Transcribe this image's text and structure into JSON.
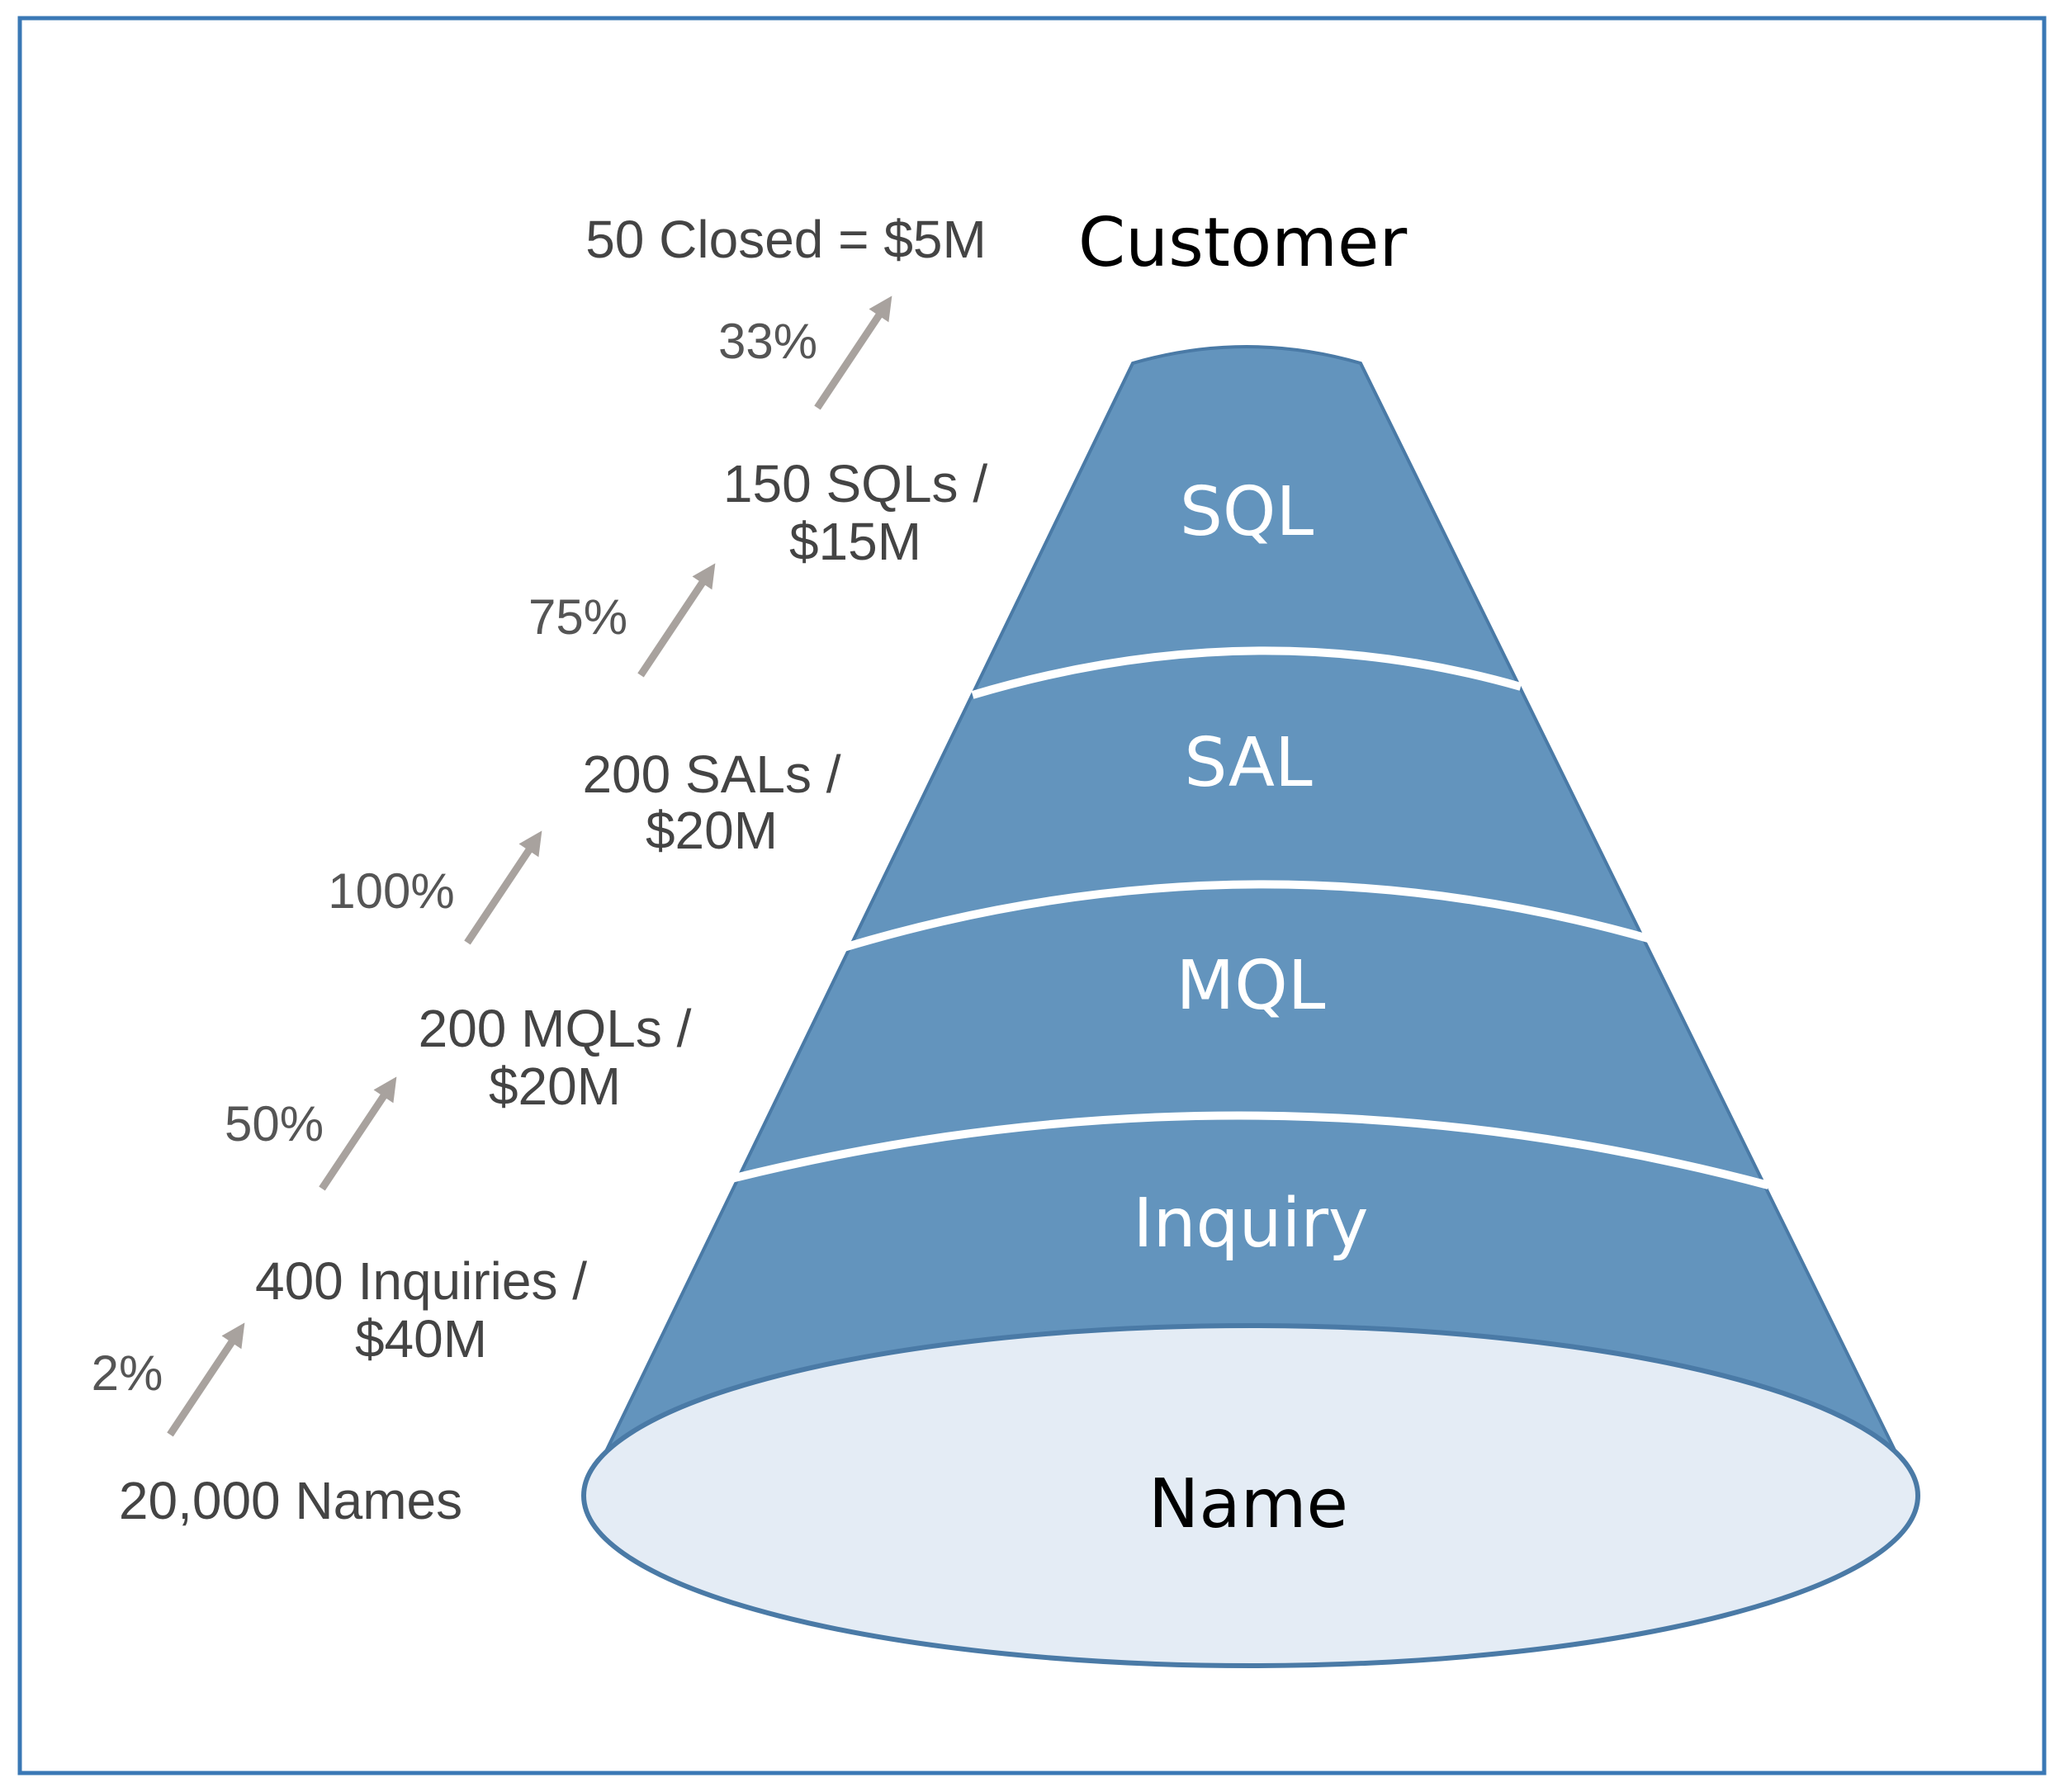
{
  "colors": {
    "funnel_fill": "#6394bd",
    "funnel_edge": "#4a7aa6",
    "base_fill": "#e4ecf5",
    "divider": "#ffffff",
    "arrow": "#a8a29e",
    "frame": "#3a78b5",
    "stage_text_light": "#ffffff",
    "stage_text_dark": "#000000"
  },
  "stages": {
    "customer": "Customer",
    "sql": "SQL",
    "sal": "SAL",
    "mql": "MQL",
    "inquiry": "Inquiry",
    "name": "Name"
  },
  "metrics": {
    "closed": "50 Closed = $5M",
    "sql_line1": "150 SQLs /",
    "sql_line2": "$15M",
    "sal_line1": "200 SALs /",
    "sal_line2": "$20M",
    "mql_line1": "200 MQLs /",
    "mql_line2": "$20M",
    "inquiry_line1": "400 Inquiries /",
    "inquiry_line2": "$40M",
    "names": "20,000 Names"
  },
  "conversion_rates": {
    "name_to_inquiry": "2%",
    "inquiry_to_mql": "50%",
    "mql_to_sal": "100%",
    "sal_to_sql": "75%",
    "sql_to_closed": "33%"
  },
  "arrow_icon": "arrow-up-right-icon"
}
